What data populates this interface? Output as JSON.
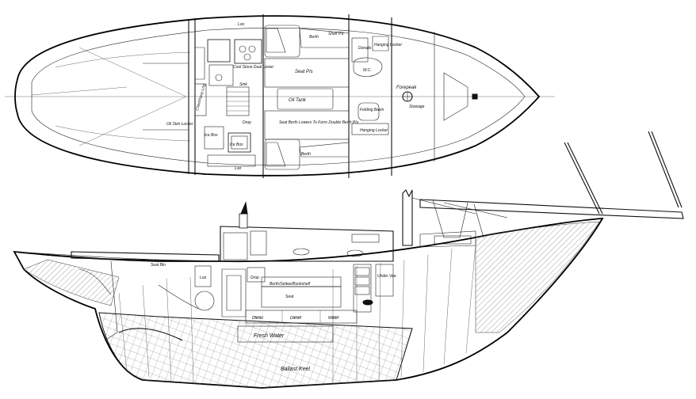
{
  "plan_view": {
    "labels": {
      "loo_top": "Loo",
      "berth_top": "Berth",
      "shelf_top": "Shelf PS",
      "dorado": "Dorado",
      "hanging_locker_top": "Hanging Locker",
      "chart_table": "Chart/Navy Lng",
      "stove": "Cool Stove Dual Lower",
      "sink": "Sink",
      "seat_ps": "Seat P/s",
      "wc": "W.C.",
      "forepeak": "Forepeak",
      "oil_tank": "Oil Tank",
      "stowage": "Stowage",
      "folding_basin": "Folding Basin",
      "oil_skin_locker": "Oil Skin Locker",
      "ice_box": "Ice Box",
      "drop": "Drop",
      "seat_berth_note": "Seat Berth Lowers To Form Double Berth P/s",
      "hanging_locker_bottom": "Hanging Locker",
      "berth_bottom": "Berth",
      "loo_bottom": "Loo",
      "ice_box_2": "Ice Box"
    }
  },
  "profile_view": {
    "labels": {
      "seat_bin": "Seat Bin",
      "loo": "Loo",
      "drop": "Drop",
      "berth": "Berth/Settee/Bookshelf",
      "seat": "Seat",
      "under_vee": "Under Vee",
      "fresh_water": "Fresh Water",
      "ballast_keel": "Ballast Keel",
      "tank_1": "Diesel",
      "tank_2": "Diesel",
      "tank_3": "Water"
    }
  }
}
